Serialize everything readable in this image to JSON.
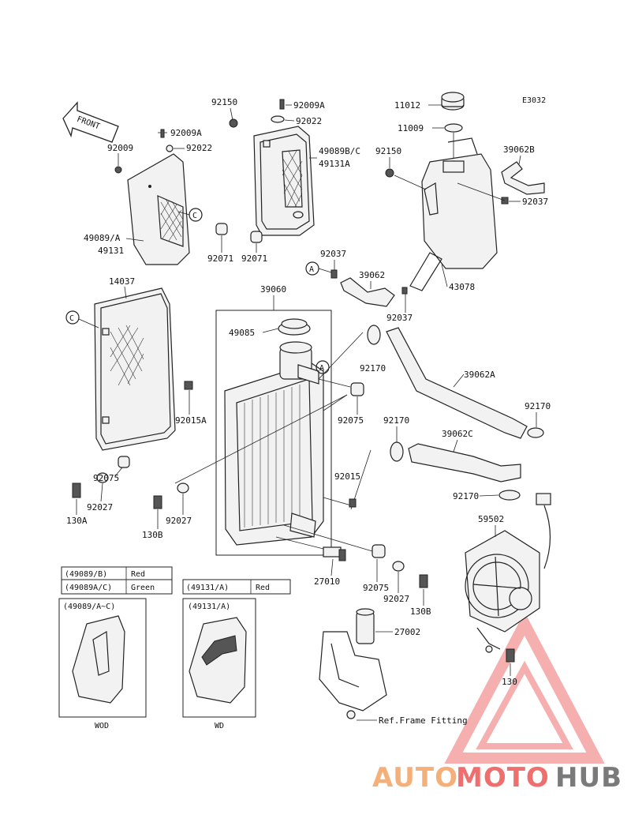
{
  "diagram_code": "E3032",
  "front_label": "FRONT",
  "reference_label": "Ref.Frame Fitting",
  "callout_letters": {
    "a": "A",
    "c": "C"
  },
  "labels": {
    "p11012": "11012",
    "p11009": "11009",
    "p92150_top": "92150",
    "p92009a_top": "92009A",
    "p92022_top": "92022",
    "p92009a_left": "92009A",
    "p92022_left": "92022",
    "p92009": "92009",
    "p49089bc": "49089B/C",
    "p49131a_top": "49131A",
    "p92150_tank": "92150",
    "p39062b": "39062B",
    "p92037_right": "92037",
    "p49089a": "49089/A",
    "p49131": "49131",
    "p92071_a": "92071",
    "p92071_b": "92071",
    "p92037_mid": "92037",
    "p39062": "39062",
    "p43078": "43078",
    "p14037": "14037",
    "p39060": "39060",
    "p92037_low": "92037",
    "p49085": "49085",
    "p92170_a": "92170",
    "p39062a": "39062A",
    "p92075_a": "92075",
    "p92015a": "92015A",
    "p92170_b": "92170",
    "p92170_c": "92170",
    "p39062c": "39062C",
    "p92015": "92015",
    "p92075_b": "92075",
    "p130a": "130A",
    "p92027_a": "92027",
    "p92027_b": "92027",
    "p130b_left": "130B",
    "p92170_d": "92170",
    "p59502": "59502",
    "p27010": "27010",
    "p92075_c": "92075",
    "p92027_c": "92027",
    "p130b_right": "130B",
    "p27002": "27002",
    "p130": "130"
  },
  "color_table_left": {
    "rows": [
      {
        "part": "(49089/B)",
        "color": "Red"
      },
      {
        "part": "(49089A/C)",
        "color": "Green"
      }
    ],
    "header": "(49089/A~C)",
    "caption": "WOD"
  },
  "color_table_right": {
    "rows": [
      {
        "part": "(49131/A)",
        "color": "Red"
      }
    ],
    "header": "(49131/A)",
    "caption": "WD"
  },
  "watermark": {
    "part1": "AUTO",
    "part2": "MOTO",
    "part3": "HUB",
    "color1": "#f5b07a",
    "color2": "#ef6f6f",
    "color3": "#7a7a7a"
  }
}
